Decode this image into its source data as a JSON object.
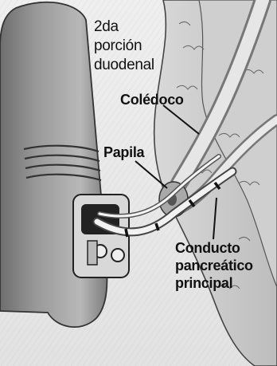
{
  "labels": {
    "region": [
      "2da",
      "porción",
      "duodenal"
    ],
    "coledoco": "Colédoco",
    "papila": "Papila",
    "conducto": [
      "Conducto",
      "pancreático",
      "principal"
    ]
  }
}
